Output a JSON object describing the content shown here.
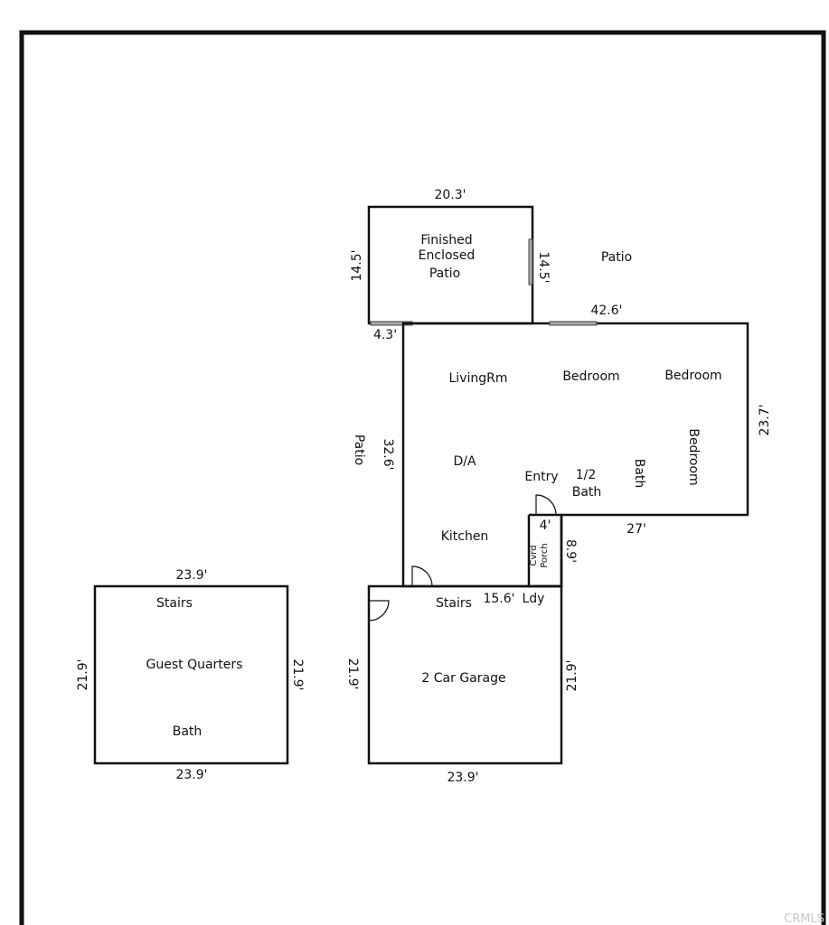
{
  "rooms": {
    "finished_enclosed_patio": [
      "Finished",
      "Enclosed",
      "Patio"
    ],
    "patio_right": "Patio",
    "patio_left": "Patio",
    "living_room": "LivingRm",
    "bedroom_1": "Bedroom",
    "bedroom_2": "Bedroom",
    "bedroom_3": "Bedroom",
    "dining_area": "D/A",
    "entry": "Entry",
    "half_bath": [
      "1/2",
      "Bath"
    ],
    "bath": "Bath",
    "kitchen": "Kitchen",
    "covered_porch": [
      "Cvrd",
      "Porch"
    ],
    "stairs_garage": "Stairs",
    "laundry": "Ldy",
    "garage": "2 Car Garage",
    "stairs_guest": "Stairs",
    "guest_quarters": "Guest Quarters",
    "guest_bath": "Bath"
  },
  "dimensions": {
    "patio_top": "20.3'",
    "patio_left": "14.5'",
    "patio_right": "14.5'",
    "house_top": "42.6'",
    "small_offset": "4.3'",
    "house_left": "32.6'",
    "house_right": "23.7'",
    "house_bottom": "27'",
    "porch_top": "4'",
    "porch_side": "8.9'",
    "laundry_width": "15.6'",
    "garage_left": "21.9'",
    "garage_right": "21.9'",
    "garage_bottom": "23.9'",
    "guest_top": "23.9'",
    "guest_bottom": "23.9'",
    "guest_left": "21.9'",
    "guest_right": "21.9'"
  },
  "watermark": "CRMLS"
}
